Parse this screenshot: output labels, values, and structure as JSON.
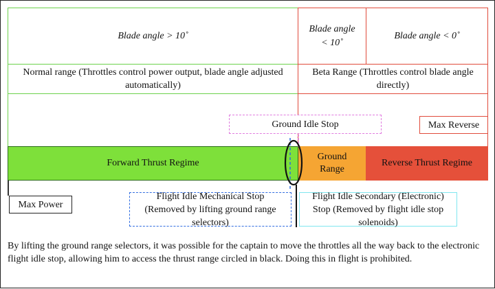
{
  "top_row": {
    "positive": "Blade angle > 10˚",
    "middle": "Blade angle\n< 10˚",
    "negative": "Blade angle < 0˚"
  },
  "ranges": {
    "normal": "Normal range (Throttles control power output, blade angle adjusted automatically)",
    "beta": "Beta Range (Throttles control blade angle directly)"
  },
  "stops": {
    "ground_idle": "Ground Idle Stop",
    "max_reverse": "Max Reverse",
    "max_power": "Max Power",
    "flight_idle_mechanical": "Flight Idle Mechanical Stop (Removed by lifting ground range selectors)",
    "flight_idle_secondary": "Flight Idle Secondary (Electronic) Stop (Removed by flight idle stop solenoids)"
  },
  "regimes": {
    "forward": "Forward Thrust Regime",
    "ground": "Ground\nRange",
    "reverse": "Reverse Thrust Regime"
  },
  "colors": {
    "forward": "#7ee03a",
    "ground": "#f5a533",
    "reverse": "#e5503a",
    "green_outline": "#6bd14a",
    "red_outline": "#e04a3a",
    "ground_idle_outline": "#e07adf",
    "mechanical_outline": "#2f6ce0",
    "secondary_outline": "#7fe6ef"
  },
  "footnote": "By lifting the ground range selectors, it was possible for the captain to move the throttles all the way back to the electronic flight idle stop, allowing him to access the thrust range circled in black. Doing this in flight is prohibited."
}
